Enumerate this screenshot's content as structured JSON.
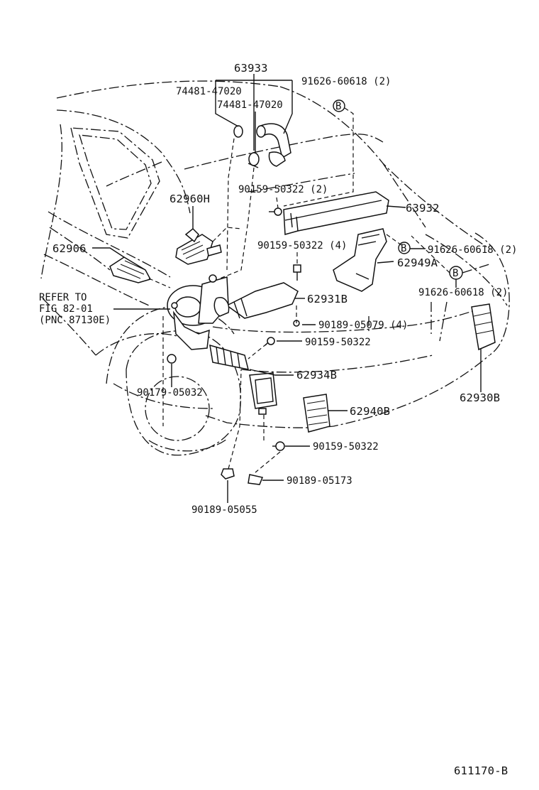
{
  "labels": {
    "p63933": "63933",
    "p74481_a": "74481-47020",
    "p74481_b": "74481-47020",
    "p91626_top": "91626-60618 (2)",
    "p62960H": "62960H",
    "p90159_50322_2": "90159-50322 (2)",
    "p63932": "63932",
    "p62906": "62906",
    "p90159_50322_4": "90159-50322 (4)",
    "p91626_mid": "91626-60618 (2)",
    "p62949A": "62949A",
    "p91626_low": "91626-60618 (2)",
    "refer_1": "REFER TO",
    "refer_2": "FIG 82-01",
    "refer_3": "(PNC 87130E)",
    "p62931B": "62931B",
    "p90189_05079": "90189-05079 (4)",
    "p90159_50322_a": "90159-50322",
    "p62934B": "62934B",
    "p90179_05032": "90179-05032",
    "p62930B": "62930B",
    "p62940B": "62940B",
    "p90159_50322_b": "90159-50322",
    "p90189_05173": "90189-05173",
    "p90189_05055": "90189-05055",
    "figure_code": "611170-B"
  },
  "markers": {
    "b_top": "B",
    "b_mid": "B",
    "b_low": "B"
  }
}
